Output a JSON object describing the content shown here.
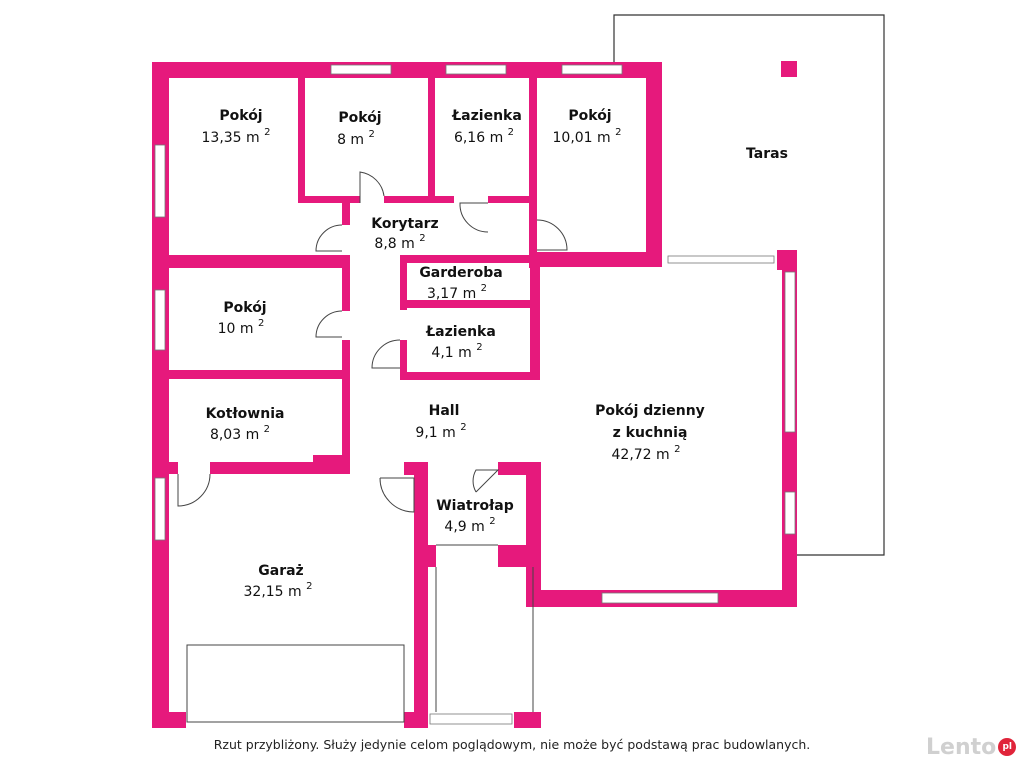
{
  "colors": {
    "wall": "#e6197c",
    "thin_line": "#444444",
    "window": "#ffffff",
    "text": "#111111"
  },
  "rooms": {
    "pokoj1": {
      "name": "Pokój",
      "area": "13,35 m",
      "unit_exp": "2"
    },
    "pokoj2": {
      "name": "Pokój",
      "area": "8 m",
      "unit_exp": "2"
    },
    "lazienka1": {
      "name": "Łazienka",
      "area": "6,16 m",
      "unit_exp": "2"
    },
    "pokoj3": {
      "name": "Pokój",
      "area": "10,01 m",
      "unit_exp": "2"
    },
    "korytarz": {
      "name": "Korytarz",
      "area": "8,8 m",
      "unit_exp": "2"
    },
    "garderoba": {
      "name": "Garderoba",
      "area": "3,17 m",
      "unit_exp": "2"
    },
    "pokoj4": {
      "name": "Pokój",
      "area": "10 m",
      "unit_exp": "2"
    },
    "lazienka2": {
      "name": "Łazienka",
      "area": "4,1 m",
      "unit_exp": "2"
    },
    "kotlownia": {
      "name": "Kotłownia",
      "area": "8,03 m",
      "unit_exp": "2"
    },
    "hall": {
      "name": "Hall",
      "area": "9,1 m",
      "unit_exp": "2"
    },
    "dzienny": {
      "name": "Pokój dzienny",
      "name2": "z kuchnią",
      "area": "42,72 m",
      "unit_exp": "2"
    },
    "wiatrolap": {
      "name": "Wiatrołap",
      "area": "4,9 m",
      "unit_exp": "2"
    },
    "garaz": {
      "name": "Garaż",
      "area": "32,15 m",
      "unit_exp": "2"
    },
    "taras": {
      "name": "Taras"
    }
  },
  "disclaimer": "Rzut przybliżony. Służy jedynie celom poglądowym, nie może być podstawą prac budowlanych.",
  "brand": {
    "name": "Lento",
    "badge": "pl"
  }
}
